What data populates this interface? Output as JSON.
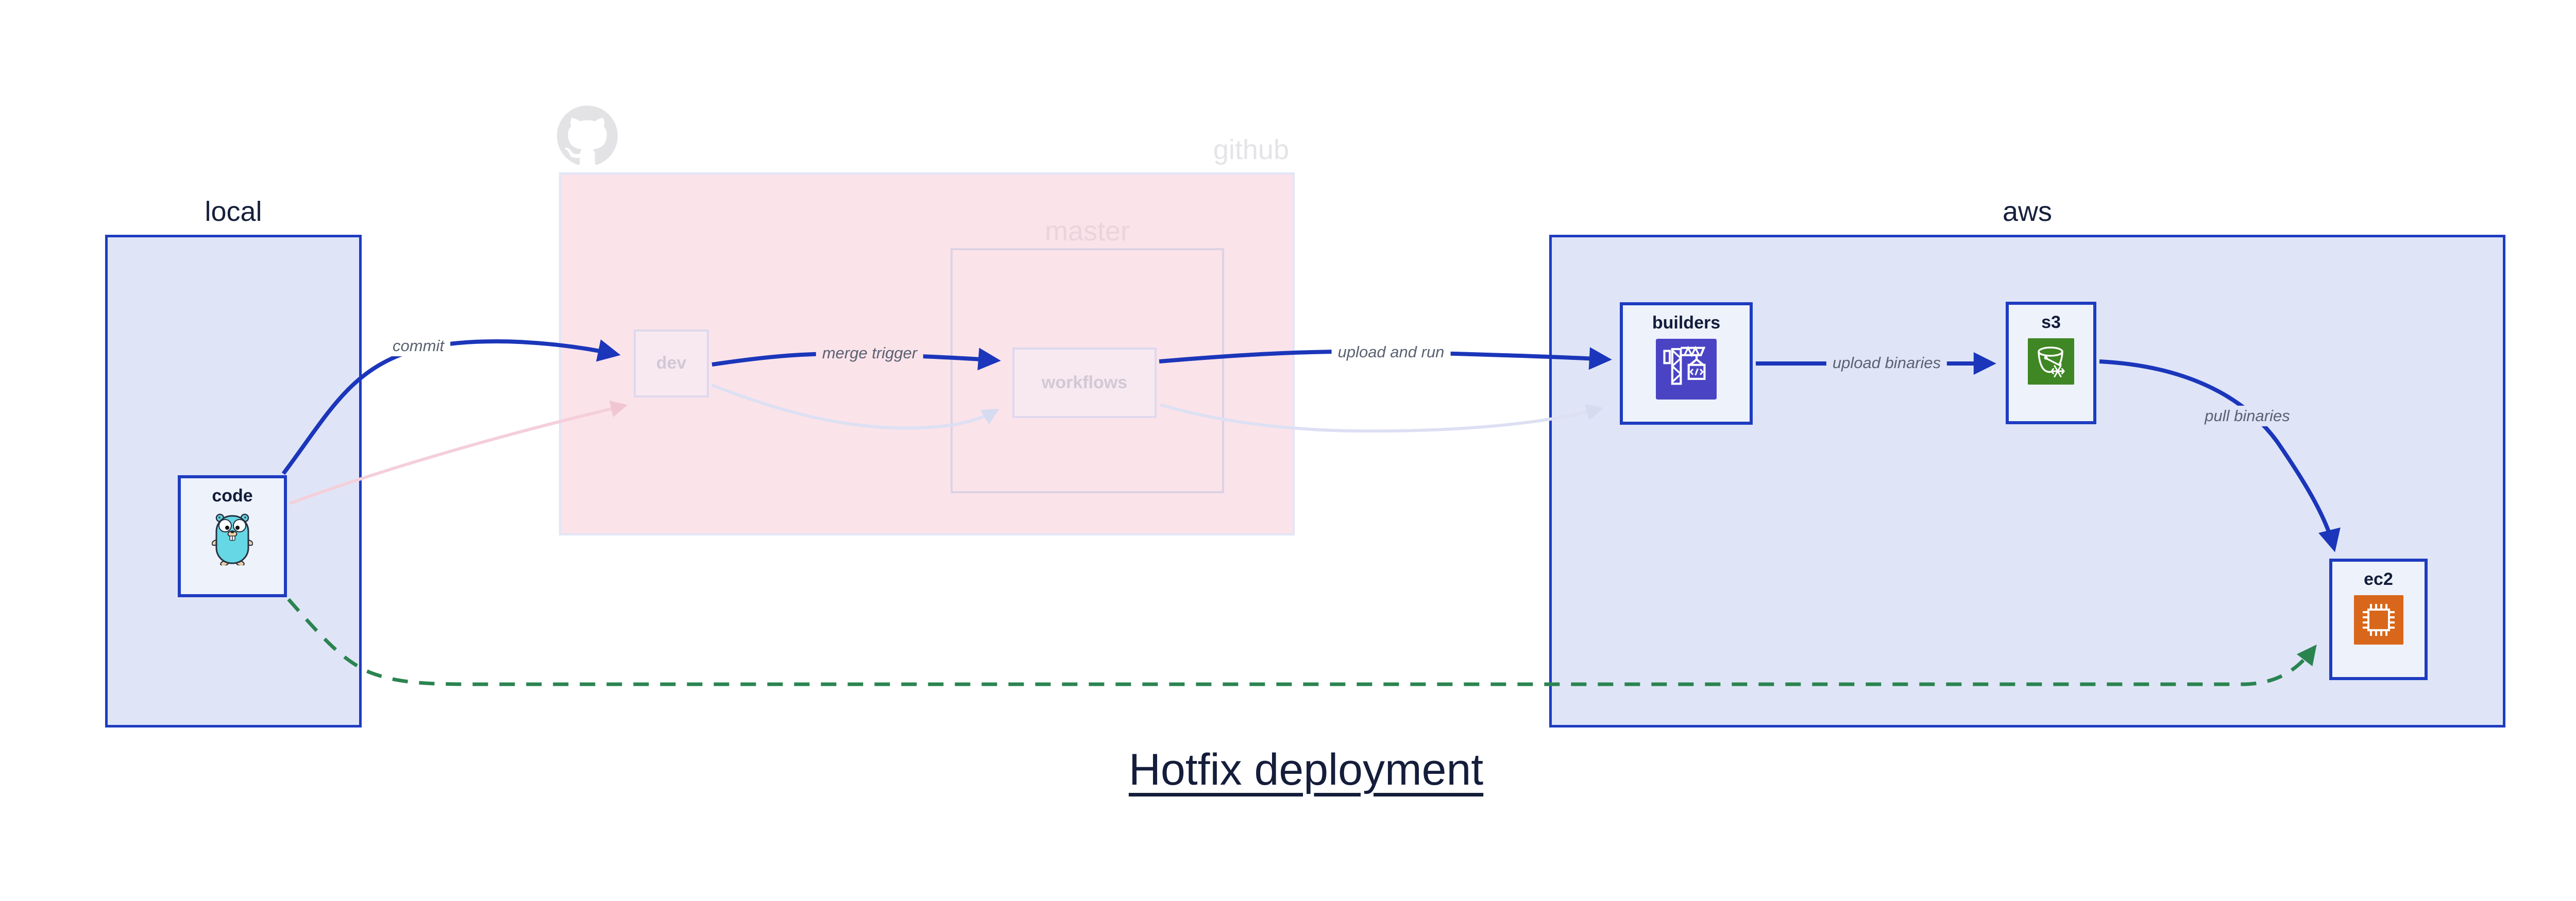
{
  "title": "Hotfix deployment",
  "groups": {
    "local": {
      "label": "local"
    },
    "github": {
      "label": "github",
      "master": {
        "label": "master"
      }
    },
    "aws": {
      "label": "aws"
    }
  },
  "nodes": {
    "code": {
      "label": "code",
      "icon": "go-gopher-icon"
    },
    "dev": {
      "label": "dev",
      "state": "faded"
    },
    "workflows": {
      "label": "workflows",
      "state": "faded"
    },
    "builders": {
      "label": "builders",
      "icon": "aws-codebuild-icon"
    },
    "s3": {
      "label": "s3",
      "icon": "aws-s3-bucket-icon"
    },
    "ec2": {
      "label": "ec2",
      "icon": "aws-ec2-chip-icon"
    }
  },
  "edges": {
    "commit": {
      "label": "commit",
      "from": "code",
      "to": "dev",
      "style": "solid-blue"
    },
    "merge_trigger": {
      "label": "merge trigger",
      "from": "dev",
      "to": "workflows",
      "style": "solid-blue"
    },
    "upload_and_run": {
      "label": "upload and run",
      "from": "workflows",
      "to": "builders",
      "style": "solid-blue"
    },
    "upload_binaries": {
      "label": "upload binaries",
      "from": "builders",
      "to": "s3",
      "style": "solid-blue"
    },
    "pull_binaries": {
      "label": "pull binaries",
      "from": "s3",
      "to": "ec2",
      "style": "solid-blue"
    },
    "hotfix_path": {
      "label": "",
      "from": "code",
      "to": "ec2",
      "style": "dashed-green"
    },
    "code_dev_faded": {
      "label": "",
      "from": "code",
      "to": "dev",
      "style": "faded-pink"
    },
    "dev_workflows_faded": {
      "label": "",
      "from": "dev",
      "to": "workflows",
      "style": "faded-lavender"
    },
    "workflows_builders_faded": {
      "label": "",
      "from": "workflows",
      "to": "builders",
      "style": "faded-lavender"
    }
  },
  "colors": {
    "accent_blue": "#1e3cc0",
    "hotfix_green": "#2a8450",
    "faded_pink": "#f4cfda",
    "faded_lavender": "#dde0f3",
    "group_fill": "#dfe5f7",
    "node_fill": "#eef2fb",
    "github_fill": "#fbe3ea",
    "codebuild_icon_bg": "#4a44c4",
    "s3_icon_bg": "#3f8624",
    "ec2_icon_bg": "#d9671b",
    "gopher_teal": "#66d7e4"
  }
}
